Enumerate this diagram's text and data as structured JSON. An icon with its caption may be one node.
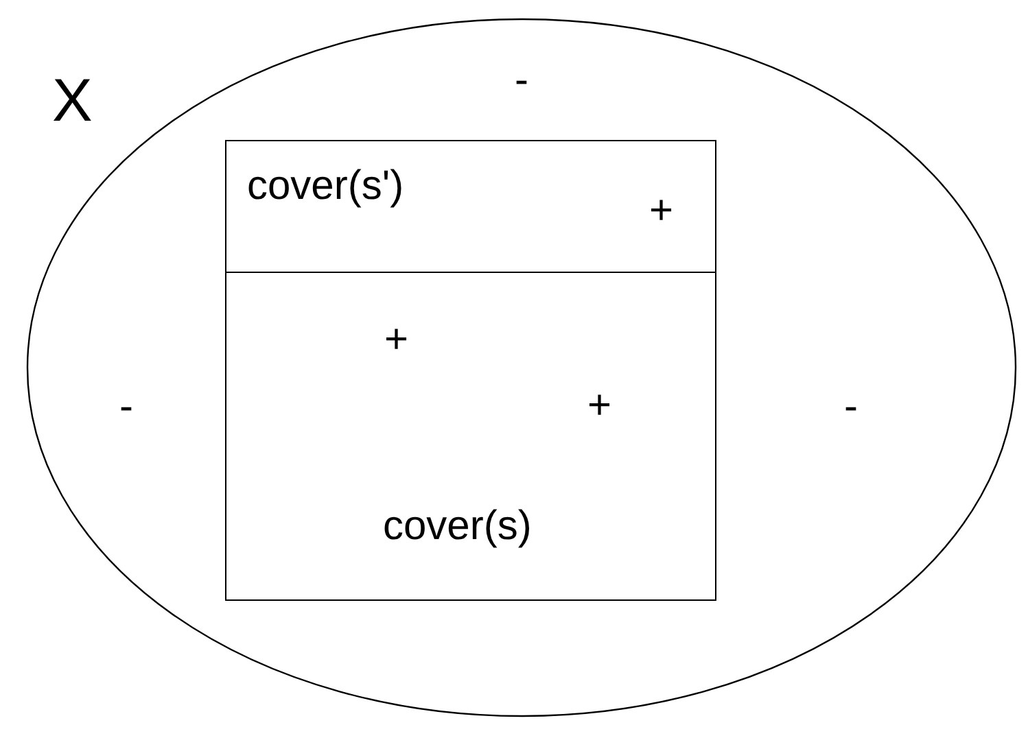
{
  "diagram": {
    "nodes": [
      {
        "text": [
          "X"
        ]
      },
      {
        "text": [
          "cover(s')",
          "+"
        ],
        "in": 0
      },
      {
        "text": [
          "+",
          "+",
          "cover(s)"
        ],
        "in": 1
      }
    ],
    "labels": [
      "-",
      "-",
      "-"
    ]
  }
}
